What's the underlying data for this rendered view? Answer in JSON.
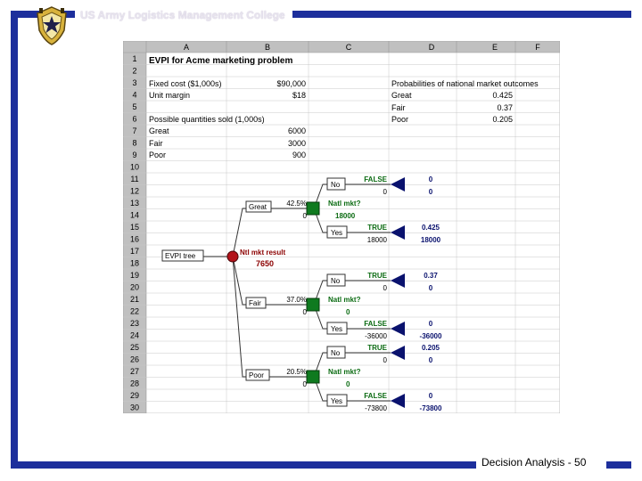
{
  "header": {
    "title": "US Army Logistics Management College"
  },
  "footer": {
    "text": "Decision Analysis - 50"
  },
  "logo": {
    "icon": "army-crest-icon"
  },
  "colors": {
    "frame": "#1d2f9c",
    "header_grey": "#c0c0c0",
    "tree_green": "#0f7a1f",
    "node_red": "#b3141b",
    "arrow_navy": "#0a126e",
    "label_green": "#0b6b12",
    "label_red": "#8b0000"
  },
  "spreadsheet": {
    "columns": [
      "A",
      "B",
      "C",
      "D",
      "E",
      "F"
    ],
    "rows": [
      "1",
      "2",
      "3",
      "4",
      "5",
      "6",
      "7",
      "8",
      "9",
      "10",
      "11",
      "12",
      "13",
      "14",
      "15",
      "16",
      "17",
      "18",
      "19",
      "20",
      "21",
      "22",
      "23",
      "24",
      "25",
      "26",
      "27",
      "28",
      "29",
      "30"
    ],
    "cells": {
      "title": "EVPI for Acme marketing problem",
      "fixed_cost_label": "Fixed cost ($1,000s)",
      "fixed_cost_value": "$90,000",
      "unit_margin_label": "Unit margin",
      "unit_margin_value": "$18",
      "quantities_label": "Possible quantities sold (1,000s)",
      "great_label": "Great",
      "great_qty": "6000",
      "fair_label": "Fair",
      "fair_qty": "3000",
      "poor_label": "Poor",
      "poor_qty": "900",
      "prob_header": "Probabilities of national market outcomes",
      "prob_great_label": "Great",
      "prob_great_value": "0.425",
      "prob_fair_label": "Fair",
      "prob_fair_value": "0.37",
      "prob_poor_label": "Poor",
      "prob_poor_value": "0.205"
    },
    "tree": {
      "root_label": "EVPI tree",
      "result_label": "Ntl mkt result",
      "result_value": "7650",
      "branches": [
        {
          "name": "Great",
          "prob": "42.5%",
          "value": "0",
          "decision": "Natl mkt?",
          "decision_value": "18000",
          "no": {
            "label": "No",
            "flag": "FALSE",
            "value": "0",
            "end_prob": "0",
            "end_value": "0"
          },
          "yes": {
            "label": "Yes",
            "flag": "TRUE",
            "value": "18000",
            "end_prob": "0.425",
            "end_value": "18000"
          }
        },
        {
          "name": "Fair",
          "prob": "37.0%",
          "value": "0",
          "decision": "Natl mkt?",
          "decision_value": "0",
          "no": {
            "label": "No",
            "flag": "TRUE",
            "value": "0",
            "end_prob": "0.37",
            "end_value": "0"
          },
          "yes": {
            "label": "Yes",
            "flag": "FALSE",
            "value": "-36000",
            "end_prob": "0",
            "end_value": "-36000"
          }
        },
        {
          "name": "Poor",
          "prob": "20.5%",
          "value": "0",
          "decision": "Natl mkt?",
          "decision_value": "0",
          "no": {
            "label": "No",
            "flag": "TRUE",
            "value": "0",
            "end_prob": "0.205",
            "end_value": "0"
          },
          "yes": {
            "label": "Yes",
            "flag": "FALSE",
            "value": "-73800",
            "end_prob": "0",
            "end_value": "-73800"
          }
        }
      ]
    }
  }
}
